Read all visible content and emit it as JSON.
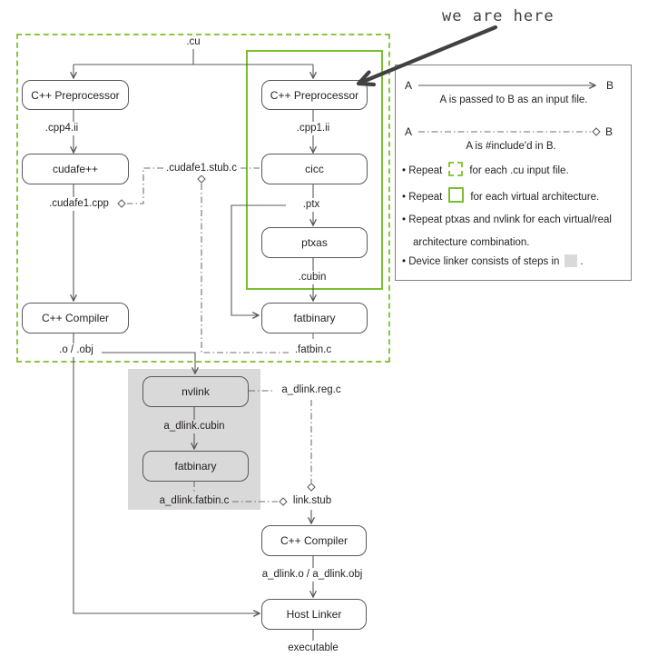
{
  "annotation": {
    "label": "we are here"
  },
  "nodes": {
    "preproc_host": "C++ Preprocessor",
    "preproc_device": "C++ Preprocessor",
    "cudafe": "cudafe++",
    "cicc": "cicc",
    "ptxas": "ptxas",
    "compiler_host": "C++ Compiler",
    "fatbinary_device": "fatbinary",
    "nvlink": "nvlink",
    "fatbinary_dlink": "fatbinary",
    "compiler_dlink": "C++ Compiler",
    "host_linker": "Host Linker"
  },
  "files": {
    "cu": ".cu",
    "cpp4_ii": ".cpp4.ii",
    "cpp1_ii": ".cpp1.ii",
    "cudafe1_stub": ".cudafe1.stub.c",
    "cudafe1_cpp": ".cudafe1.cpp",
    "ptx": ".ptx",
    "cubin": ".cubin",
    "o_obj": ".o / .obj",
    "fatbin_c": ".fatbin.c",
    "a_dlink_reg": "a_dlink.reg.c",
    "a_dlink_cubin": "a_dlink.cubin",
    "a_dlink_fatbin": "a_dlink.fatbin.c",
    "link_stub": "link.stub",
    "a_dlink_o": "a_dlink.o / a_dlink.obj",
    "executable": "executable"
  },
  "legend": {
    "passed": {
      "a": "A",
      "b": "B",
      "caption": "A is passed to B as an input file."
    },
    "included": {
      "a": "A",
      "b": "B",
      "caption": "A is #include'd in B."
    },
    "bullets": [
      {
        "pre": "Repeat",
        "post": "for each .cu input file."
      },
      {
        "pre": "Repeat",
        "post": "for each virtual architecture."
      },
      {
        "text": "Repeat ptxas and nvlink for each virtual/real architecture combination."
      },
      {
        "pre": "Device linker consists of steps in",
        "post": "."
      }
    ]
  },
  "colors": {
    "green_dashed": "#8cc63f",
    "green_solid": "#7cbe2f",
    "device_link_fill": "#d9d9d9",
    "line": "#58595b"
  }
}
